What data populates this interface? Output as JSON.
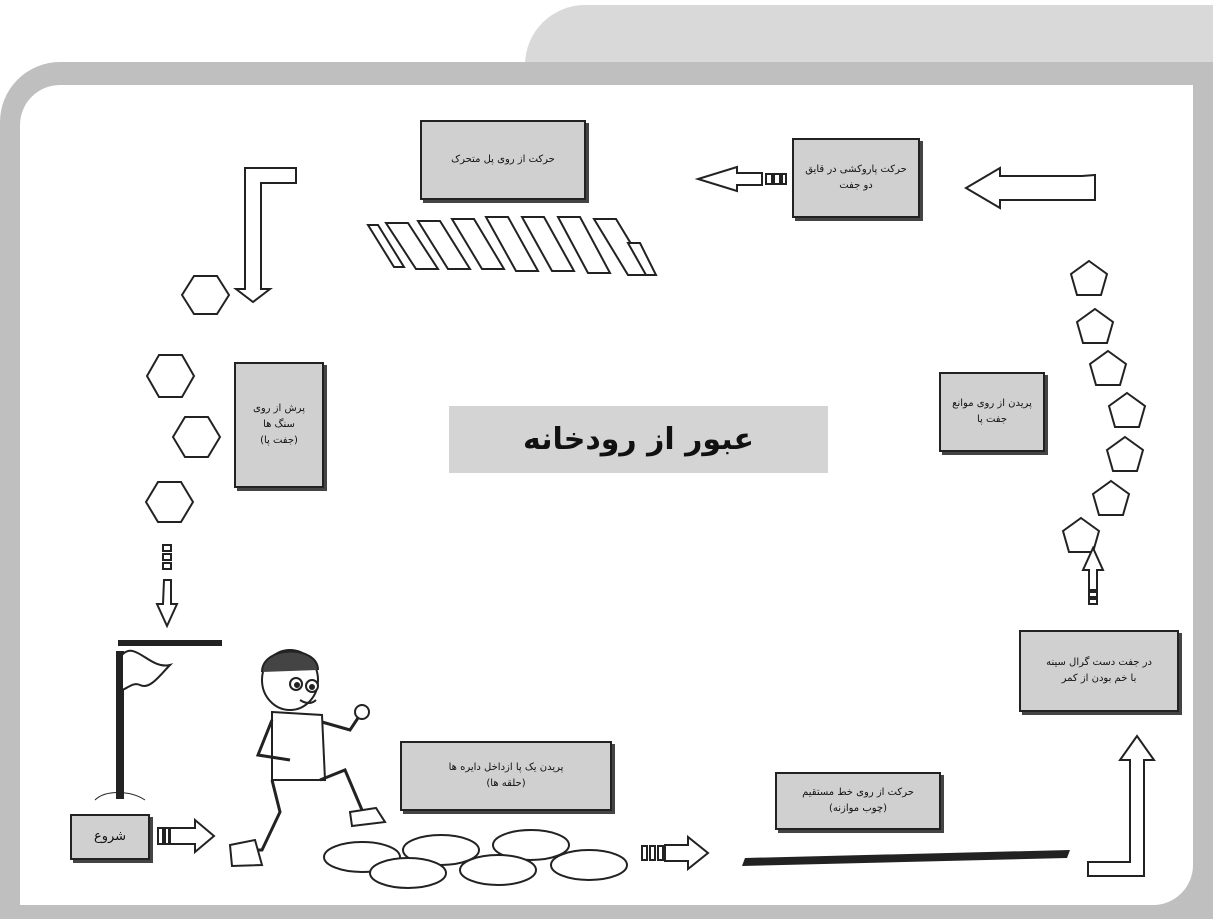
{
  "title": "عبور از رودخانه",
  "stations": {
    "start": "شروع",
    "rings": {
      "line1": "پریدن یک پا ازداخل دایره ها",
      "line2": "(حلقه ها)"
    },
    "balance_beam": {
      "line1": "حرکت از روی خط مستقیم",
      "line2": "(چوب موازنه)"
    },
    "hands_hold": {
      "line1": "در جفت دست گرال سینه",
      "line2": "با خم بودن از کمر"
    },
    "obstacles": {
      "line1": "پریدن از روی موانع",
      "line2": "جفت پا"
    },
    "boat": {
      "line1": "حرکت پاروکشی در قایق",
      "line2": "دو جفت"
    },
    "bridge": {
      "line1": "حرکت از روی پل متحرک"
    },
    "stones": {
      "line1": "پرش از روی",
      "line2": "سنگ ها",
      "line3": "(جفت پا)"
    }
  },
  "colors": {
    "frame": "#bfbfbf",
    "tab": "#d9d9d9",
    "box": "#d0d0d0",
    "title_bg": "#d4d4d4"
  }
}
